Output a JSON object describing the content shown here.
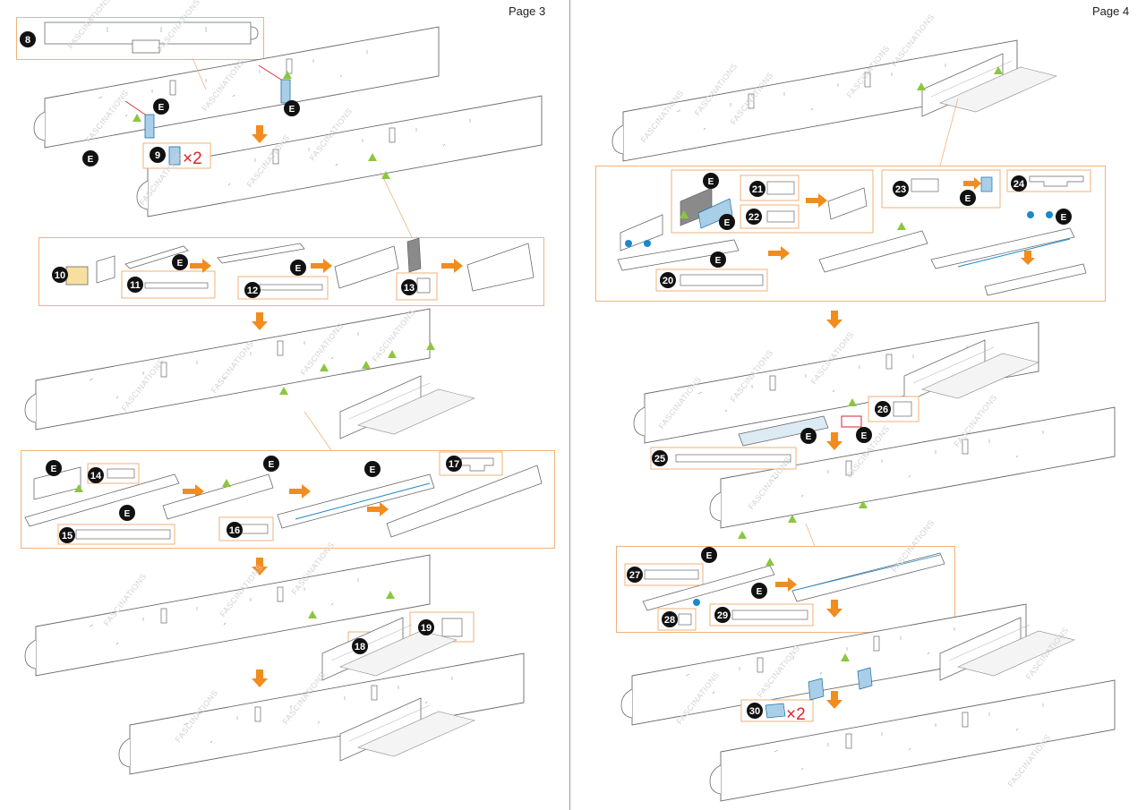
{
  "pages": [
    {
      "id": "page-3",
      "label": "Page 3"
    },
    {
      "id": "page-4",
      "label": "Page 4"
    }
  ],
  "watermark": "FASCINATIONS",
  "etch_marker": "E",
  "part_numbers": [
    "8",
    "9",
    "10",
    "11",
    "12",
    "13",
    "14",
    "15",
    "16",
    "17",
    "18",
    "19",
    "20",
    "21",
    "22",
    "23",
    "24",
    "25",
    "26",
    "27",
    "28",
    "29",
    "30"
  ],
  "multipliers": [
    {
      "part": "9",
      "text": "×2"
    },
    {
      "part": "30",
      "text": "×2"
    }
  ],
  "colors": {
    "callout_border": "#f2b27a",
    "arrow": "#f28c1e",
    "number_badge": "#111111",
    "multiplier": "#e0202a",
    "fold_marker": "#8cc63f",
    "highlight_blue": "#1c88c8",
    "part_fill_blue": "#a9cfe8",
    "part_fill_yellow": "#f5e0a0",
    "guide_line_red": "#d9232d",
    "outline": "#6a6a6a"
  },
  "icons": [
    "down-arrow-icon",
    "right-arrow-icon",
    "fold-triangle-icon",
    "etch-e-badge-icon"
  ]
}
